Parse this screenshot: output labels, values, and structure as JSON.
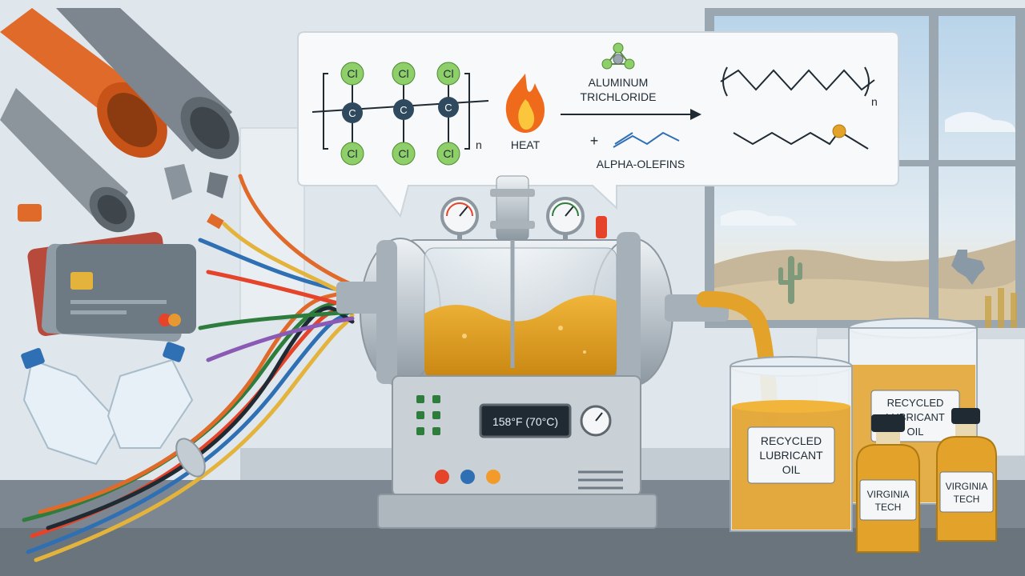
{
  "colors": {
    "wall": "#dfe6ec",
    "floor": "#6f7a84",
    "oil": "#e3a22a",
    "oil_dark": "#c98712",
    "steel": "#c7ced4",
    "steel_dark": "#8d979f",
    "chlorine": "#8fcf6a",
    "carbon": "#2f4a5e",
    "pipe_orange": "#e06a2a",
    "pipe_grey": "#7d868e",
    "flame": "#f06a1c"
  },
  "reaction": {
    "chlorine_label": "Cl",
    "carbon_label": "C",
    "repeat_subscript": "n",
    "heat_label": "HEAT",
    "catalyst_line1": "ALUMINUM",
    "catalyst_line2": "TRICHLORIDE",
    "plus_sign": "+",
    "olefin_label": "ALPHA-OLEFINS",
    "product_subscript": "n"
  },
  "reactor": {
    "temperature_display": "158°F (70°C)"
  },
  "containers": {
    "barrel_label": "RECYCLED LUBRICANT OIL",
    "barrel_label_line1": "RECYCLED",
    "barrel_label_line2": "LUBRICANT",
    "barrel_label_line3": "OIL",
    "back_barrel_line1": "RECYCLED",
    "back_barrel_line2": "LUBRICANT",
    "back_barrel_line3": "OIL",
    "bottle_left_line1": "VIRGINIA",
    "bottle_left_line2": "TECH",
    "bottle_right_line1": "VIRGINIA",
    "bottle_right_line2": "TECH"
  },
  "icons": {
    "flame": "flame-icon",
    "catalyst": "aluminum-trichloride-icon",
    "olefin": "alpha-olefin-icon",
    "arrow": "reaction-arrow-icon",
    "cactus": "cactus-icon",
    "texas": "texas-map-icon"
  }
}
